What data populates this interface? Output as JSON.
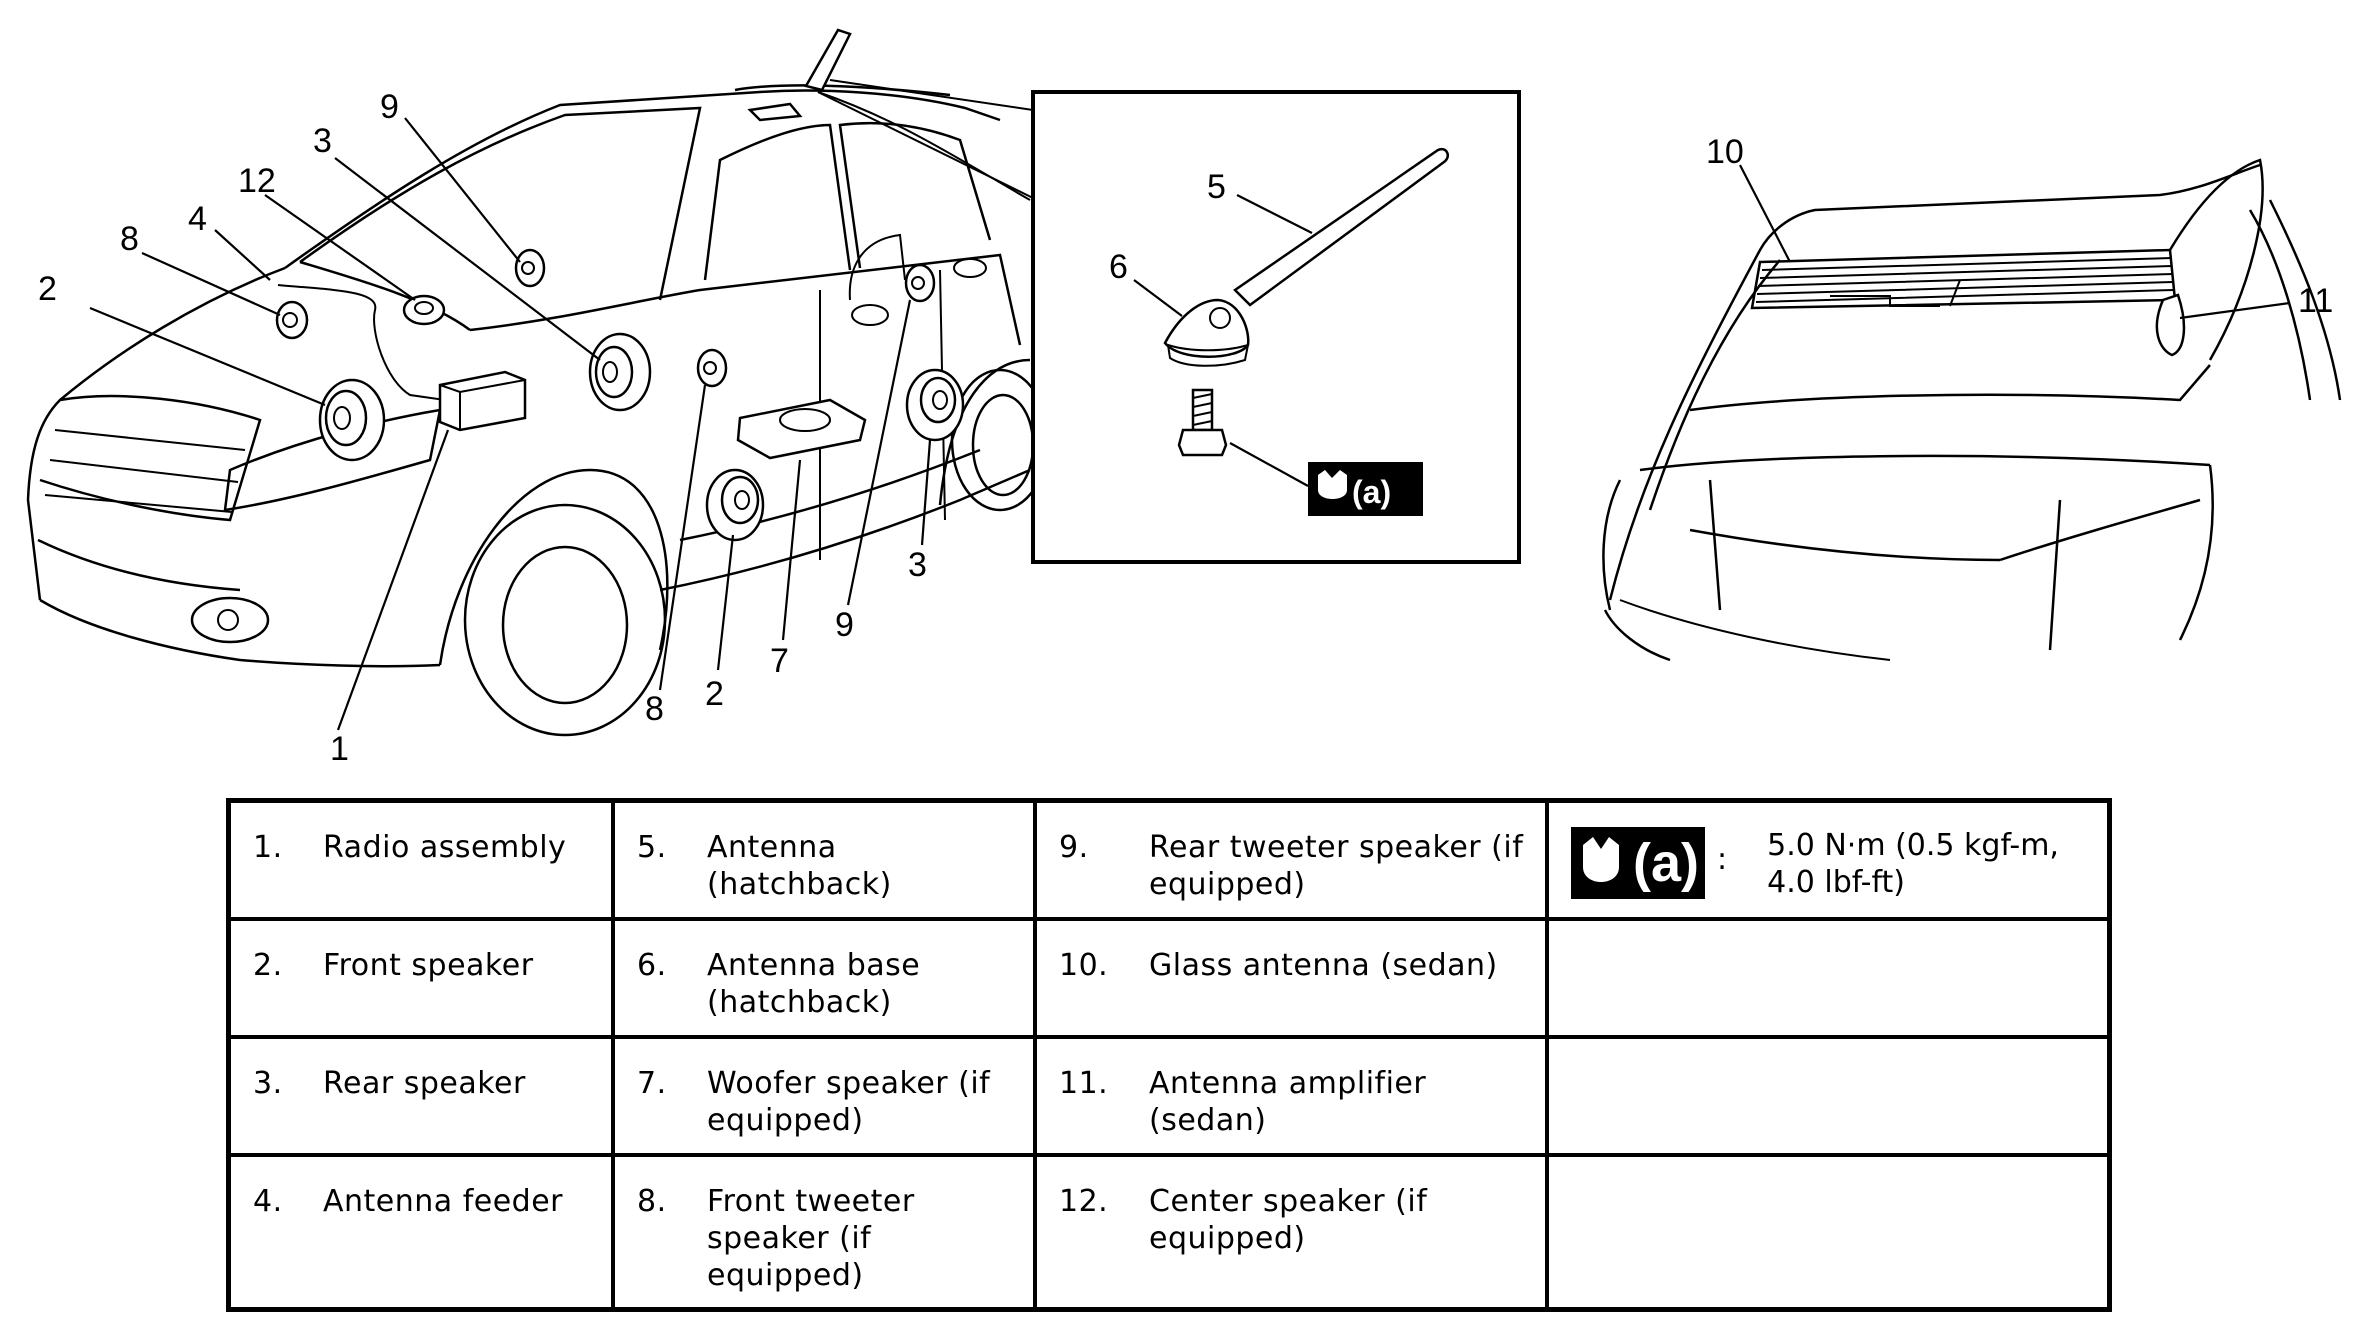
{
  "callouts": {
    "n1": "1",
    "n2": "2",
    "n3": "3",
    "n4": "4",
    "n5": "5",
    "n6": "6",
    "n7": "7",
    "n8": "8",
    "n9": "9",
    "n10": "10",
    "n11": "11",
    "n12": "12"
  },
  "torque_badge": "(a)",
  "legend": {
    "rows": [
      [
        {
          "num": "1.",
          "text": "Radio assembly"
        },
        {
          "num": "5.",
          "text": "Antenna (hatchback)"
        },
        {
          "num": "9.",
          "text": "Rear tweeter speaker (if equipped)"
        }
      ],
      [
        {
          "num": "2.",
          "text": "Front speaker"
        },
        {
          "num": "6.",
          "text": "Antenna base (hatchback)"
        },
        {
          "num": "10.",
          "text": "Glass antenna (sedan)"
        }
      ],
      [
        {
          "num": "3.",
          "text": "Rear speaker"
        },
        {
          "num": "7.",
          "text": "Woofer speaker (if equipped)"
        },
        {
          "num": "11.",
          "text": "Antenna amplifier (sedan)"
        }
      ],
      [
        {
          "num": "4.",
          "text": "Antenna feeder"
        },
        {
          "num": "8.",
          "text": "Front tweeter speaker (if equipped)"
        },
        {
          "num": "12.",
          "text": "Center speaker (if equipped)"
        }
      ]
    ],
    "torque": {
      "badge": "(a)",
      "colon": ":",
      "value": "5.0 N·m (0.5 kgf-m, 4.0 lbf-ft)"
    }
  }
}
